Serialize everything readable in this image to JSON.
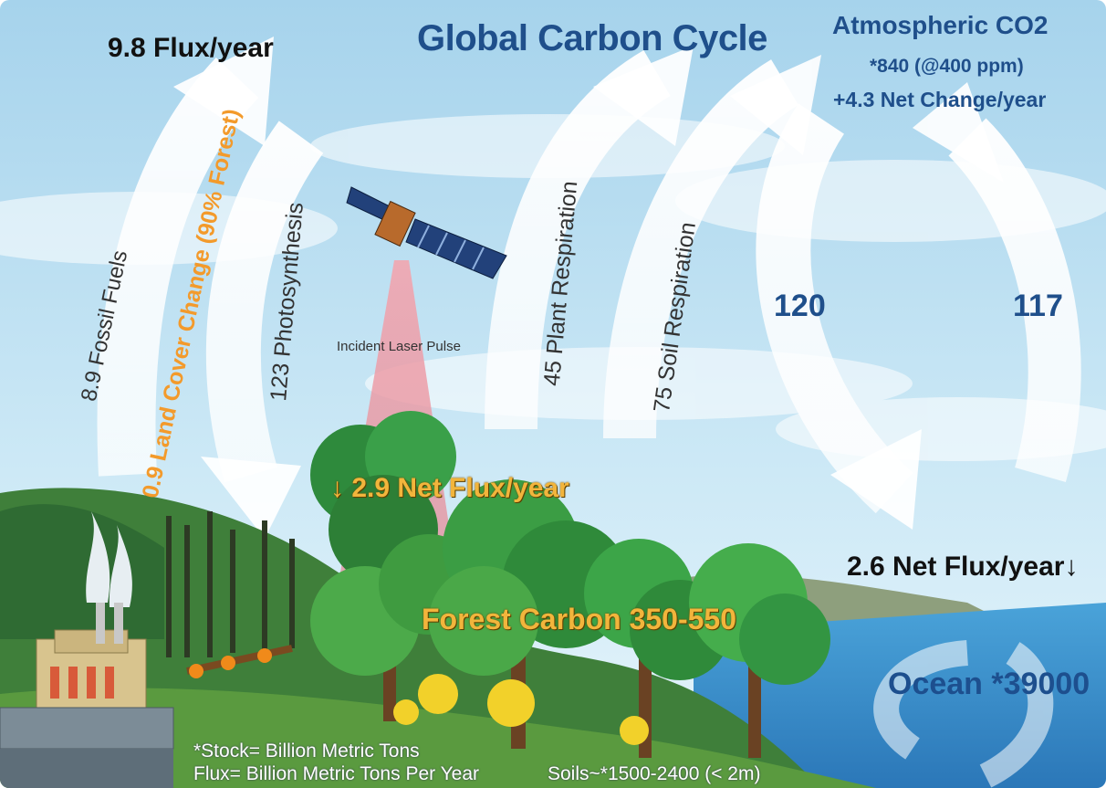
{
  "title": "Global Carbon Cycle",
  "atmosphere": {
    "label": "Atmospheric CO2",
    "stock": "*840 (@400 ppm)",
    "net_change": "+4.3 Net Change/year"
  },
  "flux_total_up": "9.8 Flux/year",
  "arrows": {
    "fossil_fuels": "8.9 Fossil Fuels",
    "land_cover": "0.9 Land Cover Change (90% Forest)",
    "photosynthesis": "123 Photosynthesis",
    "plant_respiration": "45 Plant Respiration",
    "soil_respiration": "75 Soil Respiration",
    "ocean_uptake": "120",
    "ocean_release": "117"
  },
  "laser": "Incident Laser Pulse",
  "land_net_flux": "↓ 2.9 Net  Flux/year",
  "ocean_net_flux": "2.6 Net Flux/year↓",
  "forest_carbon": "Forest Carbon 350-550",
  "ocean": "Ocean *39000",
  "footnote": {
    "stock_def": "*Stock= Billion Metric Tons",
    "flux_def": "Flux= Billion Metric Tons Per Year",
    "soils": "Soils~*1500-2400 (< 2m)"
  },
  "colors": {
    "title": "#1f4f8b",
    "land_cover": "#f39a2b",
    "forest_text": "#f2b53c",
    "sky_top": "#a9d6ee",
    "sky_bottom": "#e3f3fb"
  }
}
